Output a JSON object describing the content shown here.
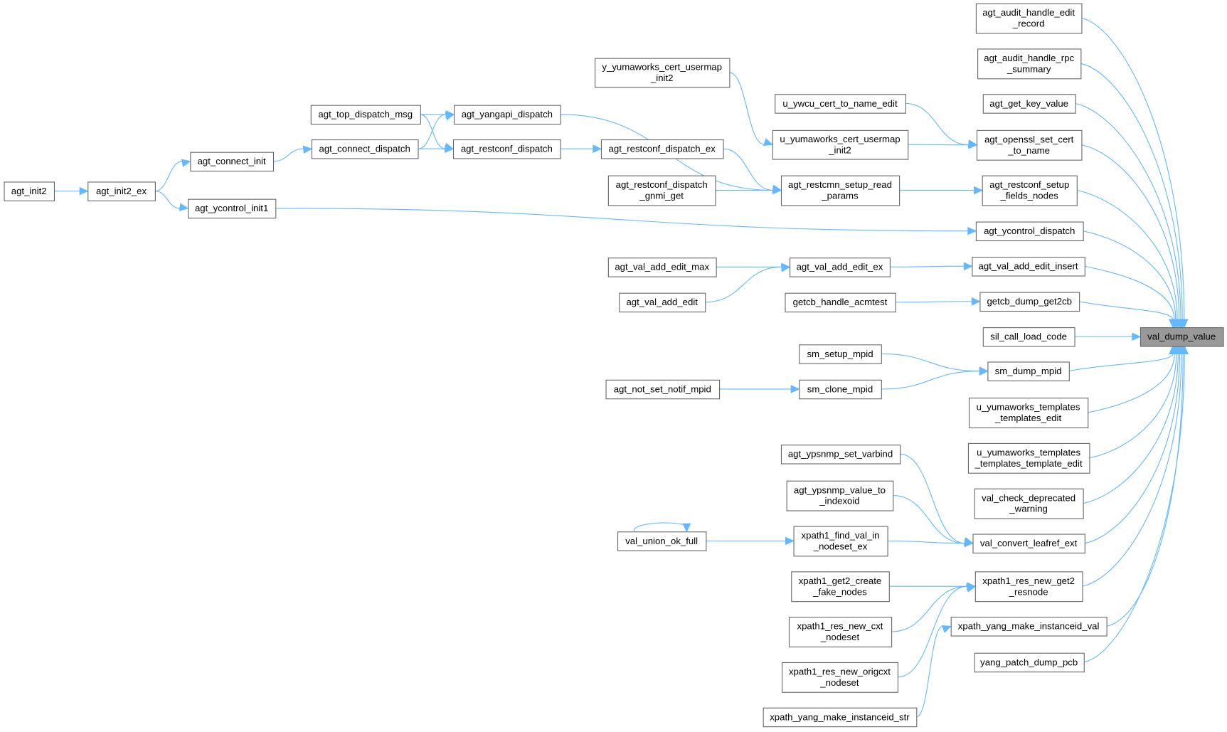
{
  "graph": {
    "focus": "val_dump_value",
    "nodes": [
      {
        "id": "agt_init2",
        "lines": [
          "agt_init2"
        ]
      },
      {
        "id": "agt_init2_ex",
        "lines": [
          "agt_init2_ex"
        ]
      },
      {
        "id": "agt_connect_init",
        "lines": [
          "agt_connect_init"
        ]
      },
      {
        "id": "agt_ycontrol_init1",
        "lines": [
          "agt_ycontrol_init1"
        ]
      },
      {
        "id": "agt_top_dispatch_msg",
        "lines": [
          "agt_top_dispatch_msg"
        ]
      },
      {
        "id": "agt_connect_dispatch",
        "lines": [
          "agt_connect_dispatch"
        ]
      },
      {
        "id": "agt_yangapi_dispatch",
        "lines": [
          "agt_yangapi_dispatch"
        ]
      },
      {
        "id": "agt_restconf_dispatch",
        "lines": [
          "agt_restconf_dispatch"
        ]
      },
      {
        "id": "y_yumaworks_cert_usermap_init2",
        "lines": [
          "y_yumaworks_cert_usermap",
          "_init2"
        ]
      },
      {
        "id": "agt_restconf_dispatch_ex",
        "lines": [
          "agt_restconf_dispatch_ex"
        ]
      },
      {
        "id": "agt_restconf_dispatch_gnmi_get",
        "lines": [
          "agt_restconf_dispatch",
          "_gnmi_get"
        ]
      },
      {
        "id": "u_ywcu_cert_to_name_edit",
        "lines": [
          "u_ywcu_cert_to_name_edit"
        ]
      },
      {
        "id": "u_yumaworks_cert_usermap_init2",
        "lines": [
          "u_yumaworks_cert_usermap",
          "_init2"
        ]
      },
      {
        "id": "agt_restcmn_setup_read_params",
        "lines": [
          "agt_restcmn_setup_read",
          "_params"
        ]
      },
      {
        "id": "agt_val_add_edit_max",
        "lines": [
          "agt_val_add_edit_max"
        ]
      },
      {
        "id": "agt_val_add_edit",
        "lines": [
          "agt_val_add_edit"
        ]
      },
      {
        "id": "agt_val_add_edit_ex",
        "lines": [
          "agt_val_add_edit_ex"
        ]
      },
      {
        "id": "getcb_handle_acmtest",
        "lines": [
          "getcb_handle_acmtest"
        ]
      },
      {
        "id": "sm_setup_mpid",
        "lines": [
          "sm_setup_mpid"
        ]
      },
      {
        "id": "sm_clone_mpid",
        "lines": [
          "sm_clone_mpid"
        ]
      },
      {
        "id": "agt_not_set_notif_mpid",
        "lines": [
          "agt_not_set_notif_mpid"
        ]
      },
      {
        "id": "agt_ypsnmp_set_varbind",
        "lines": [
          "agt_ypsnmp_set_varbind"
        ]
      },
      {
        "id": "agt_ypsnmp_value_to_indexoid",
        "lines": [
          "agt_ypsnmp_value_to",
          "_indexoid"
        ]
      },
      {
        "id": "xpath1_find_val_in_nodeset_ex",
        "lines": [
          "xpath1_find_val_in",
          "_nodeset_ex"
        ]
      },
      {
        "id": "val_union_ok_full",
        "lines": [
          "val_union_ok_full"
        ]
      },
      {
        "id": "xpath1_get2_create_fake_nodes",
        "lines": [
          "xpath1_get2_create",
          "_fake_nodes"
        ]
      },
      {
        "id": "xpath1_res_new_cxt_nodeset",
        "lines": [
          "xpath1_res_new_cxt",
          "_nodeset"
        ]
      },
      {
        "id": "xpath1_res_new_origcxt_nodeset",
        "lines": [
          "xpath1_res_new_origcxt",
          "_nodeset"
        ]
      },
      {
        "id": "xpath_yang_make_instanceid_str",
        "lines": [
          "xpath_yang_make_instanceid_str"
        ]
      },
      {
        "id": "agt_audit_handle_edit_record",
        "lines": [
          "agt_audit_handle_edit",
          "_record"
        ]
      },
      {
        "id": "agt_audit_handle_rpc_summary",
        "lines": [
          "agt_audit_handle_rpc",
          "_summary"
        ]
      },
      {
        "id": "agt_get_key_value",
        "lines": [
          "agt_get_key_value"
        ]
      },
      {
        "id": "agt_openssl_set_cert_to_name",
        "lines": [
          "agt_openssl_set_cert",
          "_to_name"
        ]
      },
      {
        "id": "agt_restconf_setup_fields_nodes",
        "lines": [
          "agt_restconf_setup",
          "_fields_nodes"
        ]
      },
      {
        "id": "agt_ycontrol_dispatch",
        "lines": [
          "agt_ycontrol_dispatch"
        ]
      },
      {
        "id": "agt_val_add_edit_insert",
        "lines": [
          "agt_val_add_edit_insert"
        ]
      },
      {
        "id": "getcb_dump_get2cb",
        "lines": [
          "getcb_dump_get2cb"
        ]
      },
      {
        "id": "sil_call_load_code",
        "lines": [
          "sil_call_load_code"
        ]
      },
      {
        "id": "sm_dump_mpid",
        "lines": [
          "sm_dump_mpid"
        ]
      },
      {
        "id": "u_yumaworks_templates_templates_edit",
        "lines": [
          "u_yumaworks_templates",
          "_templates_edit"
        ]
      },
      {
        "id": "u_yumaworks_templates_templates_template_edit",
        "lines": [
          "u_yumaworks_templates",
          "_templates_template_edit"
        ]
      },
      {
        "id": "val_check_deprecated_warning",
        "lines": [
          "val_check_deprecated",
          "_warning"
        ]
      },
      {
        "id": "val_convert_leafref_ext",
        "lines": [
          "val_convert_leafref_ext"
        ]
      },
      {
        "id": "xpath1_res_new_get2_resnode",
        "lines": [
          "xpath1_res_new_get2",
          "_resnode"
        ]
      },
      {
        "id": "xpath_yang_make_instanceid_val",
        "lines": [
          "xpath_yang_make_instanceid_val"
        ]
      },
      {
        "id": "yang_patch_dump_pcb",
        "lines": [
          "yang_patch_dump_pcb"
        ]
      },
      {
        "id": "val_dump_value",
        "lines": [
          "val_dump_value"
        ]
      }
    ],
    "edges": [
      [
        "agt_init2",
        "agt_init2_ex"
      ],
      [
        "agt_init2_ex",
        "agt_connect_init"
      ],
      [
        "agt_init2_ex",
        "agt_ycontrol_init1"
      ],
      [
        "agt_connect_init",
        "agt_connect_dispatch"
      ],
      [
        "agt_top_dispatch_msg",
        "agt_yangapi_dispatch"
      ],
      [
        "agt_top_dispatch_msg",
        "agt_restconf_dispatch"
      ],
      [
        "agt_connect_dispatch",
        "agt_yangapi_dispatch"
      ],
      [
        "agt_connect_dispatch",
        "agt_restconf_dispatch"
      ],
      [
        "agt_restconf_dispatch",
        "agt_restconf_dispatch_ex"
      ],
      [
        "agt_yangapi_dispatch",
        "agt_restcmn_setup_read_params"
      ],
      [
        "agt_restconf_dispatch_ex",
        "agt_restcmn_setup_read_params"
      ],
      [
        "agt_restconf_dispatch_gnmi_get",
        "agt_restcmn_setup_read_params"
      ],
      [
        "y_yumaworks_cert_usermap_init2",
        "u_yumaworks_cert_usermap_init2"
      ],
      [
        "u_ywcu_cert_to_name_edit",
        "agt_openssl_set_cert_to_name"
      ],
      [
        "u_yumaworks_cert_usermap_init2",
        "agt_openssl_set_cert_to_name"
      ],
      [
        "agt_restcmn_setup_read_params",
        "agt_restconf_setup_fields_nodes"
      ],
      [
        "agt_ycontrol_init1",
        "agt_ycontrol_dispatch"
      ],
      [
        "agt_val_add_edit_max",
        "agt_val_add_edit_ex"
      ],
      [
        "agt_val_add_edit",
        "agt_val_add_edit_ex"
      ],
      [
        "agt_val_add_edit_ex",
        "agt_val_add_edit_insert"
      ],
      [
        "getcb_handle_acmtest",
        "getcb_dump_get2cb"
      ],
      [
        "sm_setup_mpid",
        "sm_dump_mpid"
      ],
      [
        "sm_clone_mpid",
        "sm_dump_mpid"
      ],
      [
        "agt_not_set_notif_mpid",
        "sm_clone_mpid"
      ],
      [
        "agt_ypsnmp_set_varbind",
        "val_convert_leafref_ext"
      ],
      [
        "agt_ypsnmp_value_to_indexoid",
        "val_convert_leafref_ext"
      ],
      [
        "xpath1_find_val_in_nodeset_ex",
        "val_convert_leafref_ext"
      ],
      [
        "val_union_ok_full",
        "xpath1_find_val_in_nodeset_ex"
      ],
      [
        "val_union_ok_full",
        "val_union_ok_full"
      ],
      [
        "xpath1_get2_create_fake_nodes",
        "xpath1_res_new_get2_resnode"
      ],
      [
        "xpath1_res_new_cxt_nodeset",
        "xpath1_res_new_get2_resnode"
      ],
      [
        "xpath1_res_new_origcxt_nodeset",
        "xpath1_res_new_get2_resnode"
      ],
      [
        "xpath_yang_make_instanceid_str",
        "xpath_yang_make_instanceid_val"
      ],
      [
        "agt_audit_handle_edit_record",
        "val_dump_value"
      ],
      [
        "agt_audit_handle_rpc_summary",
        "val_dump_value"
      ],
      [
        "agt_get_key_value",
        "val_dump_value"
      ],
      [
        "agt_openssl_set_cert_to_name",
        "val_dump_value"
      ],
      [
        "agt_restconf_setup_fields_nodes",
        "val_dump_value"
      ],
      [
        "agt_ycontrol_dispatch",
        "val_dump_value"
      ],
      [
        "agt_val_add_edit_insert",
        "val_dump_value"
      ],
      [
        "getcb_dump_get2cb",
        "val_dump_value"
      ],
      [
        "sil_call_load_code",
        "val_dump_value"
      ],
      [
        "sm_dump_mpid",
        "val_dump_value"
      ],
      [
        "u_yumaworks_templates_templates_edit",
        "val_dump_value"
      ],
      [
        "u_yumaworks_templates_templates_template_edit",
        "val_dump_value"
      ],
      [
        "val_check_deprecated_warning",
        "val_dump_value"
      ],
      [
        "val_convert_leafref_ext",
        "val_dump_value"
      ],
      [
        "xpath1_res_new_get2_resnode",
        "val_dump_value"
      ],
      [
        "xpath_yang_make_instanceid_val",
        "val_dump_value"
      ],
      [
        "yang_patch_dump_pcb",
        "val_dump_value"
      ]
    ]
  }
}
